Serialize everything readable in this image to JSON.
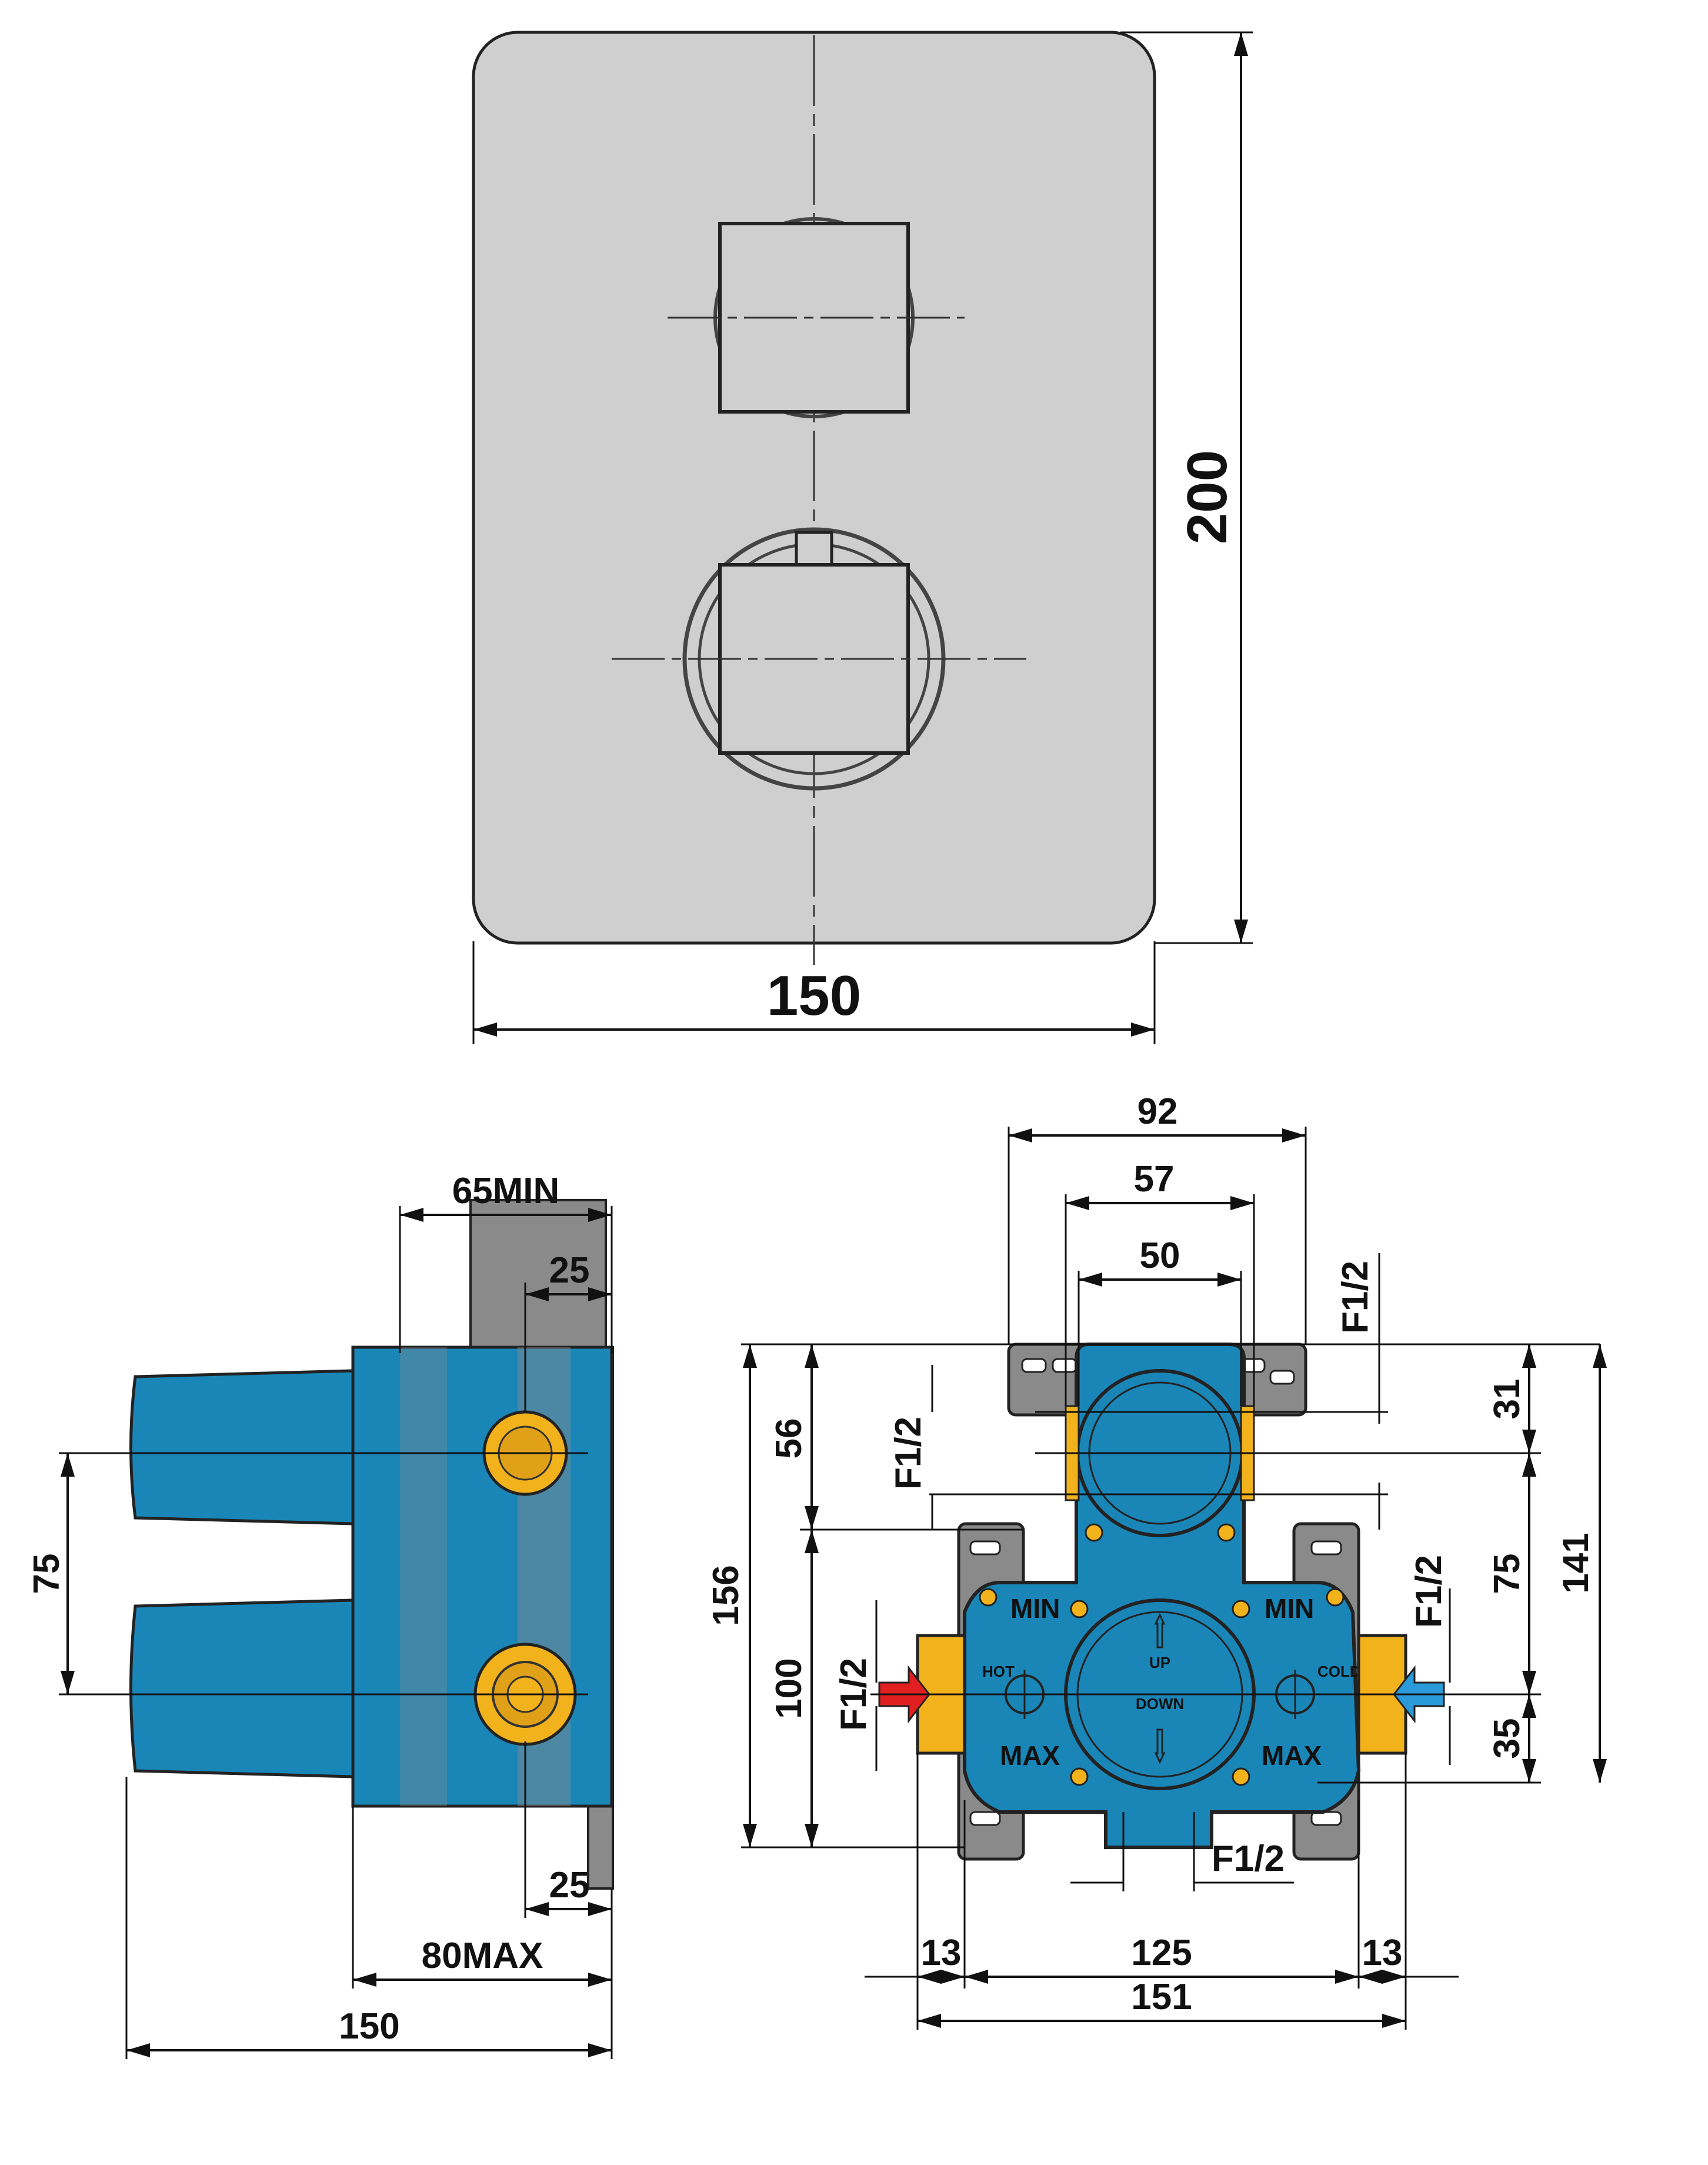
{
  "front_view": {
    "width_label": "150",
    "height_label": "200"
  },
  "side_view": {
    "depth_min_label": "65MIN",
    "top_offset_label": "25",
    "bottom_offset_label": "25",
    "depth_max_label": "80MAX",
    "total_depth_label": "150",
    "handle_spacing_label": "75"
  },
  "valve_view": {
    "mount_width_label": "92",
    "outer_width_label": "57",
    "inner_width_label": "50",
    "top_outlet_label": "F1/2",
    "left_outlet_label": "F1/2",
    "right_inlet_label": "F1/2",
    "left_inlet_label": "F1/2",
    "bottom_outlet_label": "F1/2",
    "top_offset_label": "56",
    "left_height_label": "156",
    "left_lower_label": "100",
    "right_top_label": "31",
    "right_mid_label": "75",
    "right_bottom_label": "35",
    "right_total_label": "141",
    "bottom_left_label": "13",
    "bottom_mid_label": "125",
    "bottom_right_label": "13",
    "bottom_total_label": "151",
    "min_left_label": "MIN",
    "min_right_label": "MIN",
    "max_left_label": "MAX",
    "max_right_label": "MAX",
    "up_label": "UP",
    "down_label": "DOWN",
    "hot_label": "HOT",
    "cold_label": "COLD"
  },
  "colors": {
    "plate": "#cfcfcf",
    "body_blue": "#1a86b8",
    "gray": "#8a8a8a",
    "brass": "#f2b21c",
    "hot_arrow": "#e02020",
    "cold_arrow": "#2a9ad8"
  }
}
